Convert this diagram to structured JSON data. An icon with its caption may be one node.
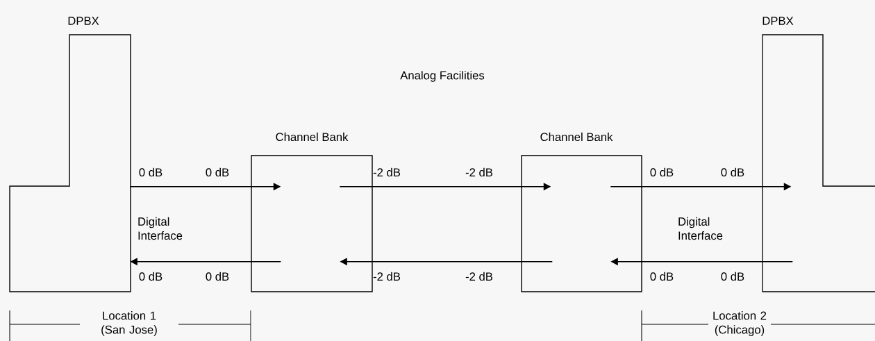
{
  "diagram": {
    "nodes": [
      {
        "text": [
          "DPBX"
        ]
      },
      {
        "text": [
          "Channel Bank"
        ]
      },
      {
        "text": [
          "Channel Bank"
        ]
      },
      {
        "text": [
          "DPBX"
        ]
      }
    ],
    "edges": [
      {
        "from": 0,
        "to": 1,
        "arrow": "to"
      },
      {
        "from": 1,
        "to": 2,
        "arrow": "to"
      },
      {
        "from": 2,
        "to": 3,
        "arrow": "to"
      },
      {
        "from": 3,
        "to": 2,
        "arrow": "to"
      },
      {
        "from": 2,
        "to": 1,
        "arrow": "to"
      },
      {
        "from": 1,
        "to": 0,
        "arrow": "to"
      }
    ],
    "labels": [
      "Analog Facilities",
      "0 dB",
      "0 dB",
      "-2 dB",
      "-2 dB",
      "0 dB",
      "0 dB",
      "Digital Interface",
      "Digital Interface",
      "0 dB",
      "0 dB",
      "-2 dB",
      "-2 dB",
      "0 dB",
      "0 dB",
      "Location 1 (San Jose)",
      "Location 2 (Chicago)"
    ]
  }
}
